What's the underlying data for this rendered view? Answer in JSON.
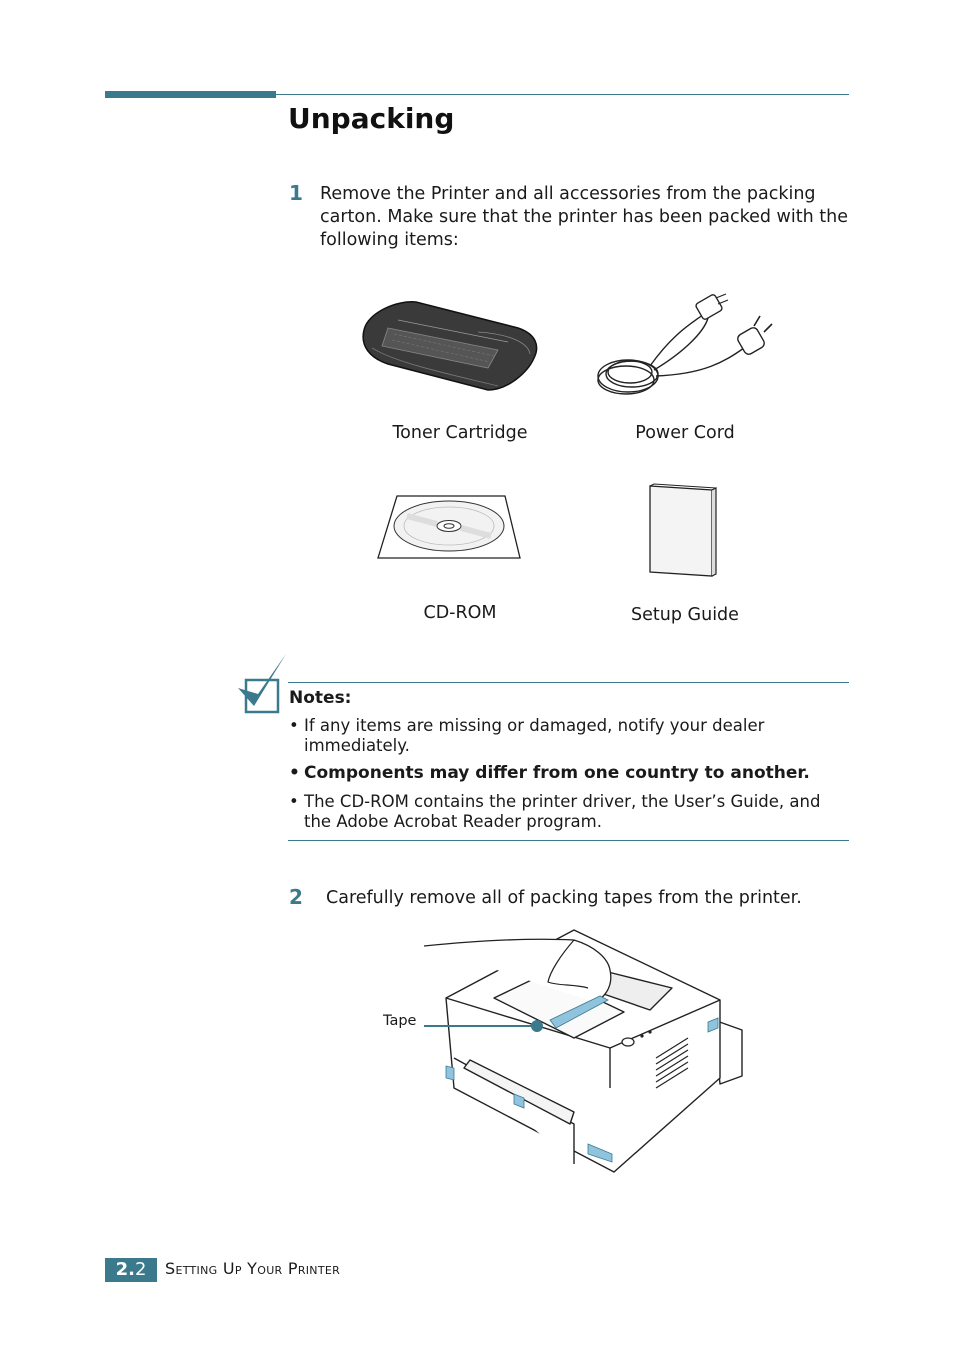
{
  "title": "Unpacking",
  "steps": [
    {
      "num": "1",
      "lines": [
        "Remove the Printer and all accessories from the packing",
        "carton. Make sure that the printer has been packed with the",
        "following items:"
      ]
    },
    {
      "num": "2",
      "text": "Carefully remove all of packing tapes from the printer."
    }
  ],
  "items": {
    "toner": "Toner Cartridge",
    "cord": "Power Cord",
    "cdrom": "CD-ROM",
    "guide": "Setup Guide"
  },
  "notes": {
    "title": "Notes:",
    "bullet": "•",
    "items": [
      {
        "lines": [
          "If any items are missing or damaged, notify your dealer",
          "immediately."
        ]
      },
      {
        "text": "Components may differ from one country to another."
      },
      {
        "lines": [
          "The CD-ROM contains the printer driver, the User’s Guide, and",
          "the Adobe Acrobat Reader program."
        ]
      }
    ]
  },
  "tape_label": "Tape",
  "footer": {
    "section_major": "2.",
    "section_minor": "2",
    "text": "Setting Up Your Printer"
  },
  "colors": {
    "accent": "#3a7a8c",
    "tape": "#8fc3de"
  }
}
